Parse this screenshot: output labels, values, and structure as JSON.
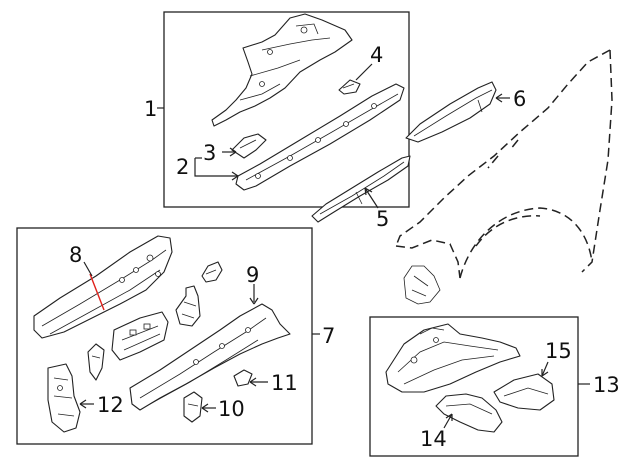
{
  "callouts": {
    "c1": "1",
    "c2": "2",
    "c3": "3",
    "c4": "4",
    "c5": "5",
    "c6": "6",
    "c7": "7",
    "c8": "8",
    "c9": "9",
    "c10": "10",
    "c11": "11",
    "c12": "12",
    "c13": "13",
    "c14": "14",
    "c15": "15"
  },
  "colors": {
    "line": "#222222",
    "cut_line": "#e0201a",
    "background": "#ffffff"
  }
}
